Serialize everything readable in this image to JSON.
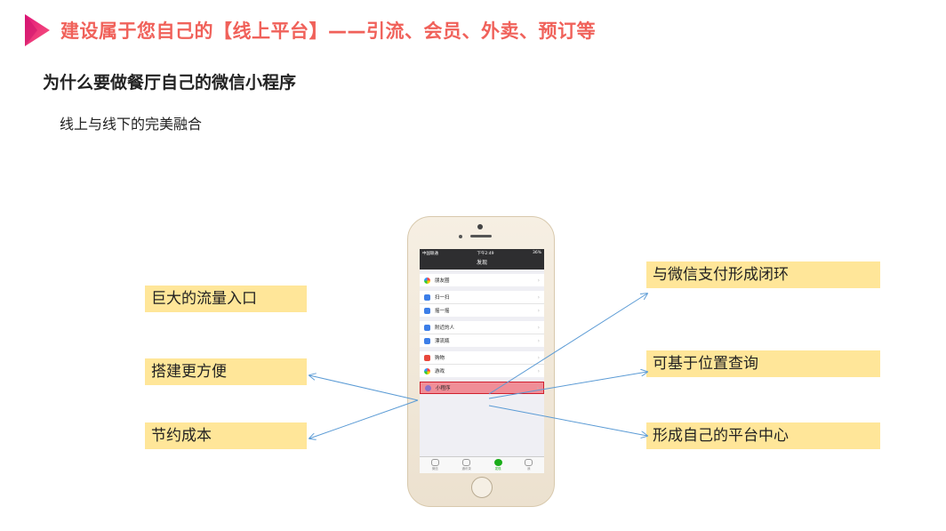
{
  "header": {
    "title": "建设属于您自己的【线上平台】——引流、会员、外卖、预订等",
    "subtitle": "为什么要做餐厅自己的微信小程序",
    "subtext": "线上与线下的完美融合"
  },
  "left_labels": [
    "巨大的流量入口",
    "搭建更方便",
    "节约成本"
  ],
  "right_labels": [
    "与微信支付形成闭环",
    "可基于位置查询",
    "形成自己的平台中心"
  ],
  "phone": {
    "status_carrier": "中国联通",
    "status_time": "下午2:49",
    "status_battery": "36%",
    "nav_title": "发现",
    "rows": {
      "moments": "朋友圈",
      "scan": "扫一扫",
      "shake": "摇一摇",
      "nearby": "附近的人",
      "bottle": "漂流瓶",
      "shopping": "购物",
      "games": "游戏",
      "miniprogram": "小程序"
    },
    "tabs": [
      "微信",
      "通讯录",
      "发现",
      "我"
    ]
  },
  "colors": {
    "title": "#f0615a",
    "label_bg": "#ffe699",
    "arrow": "#5b9bd5",
    "highlight_fill": "#f08e97",
    "highlight_border": "#d0202e"
  }
}
